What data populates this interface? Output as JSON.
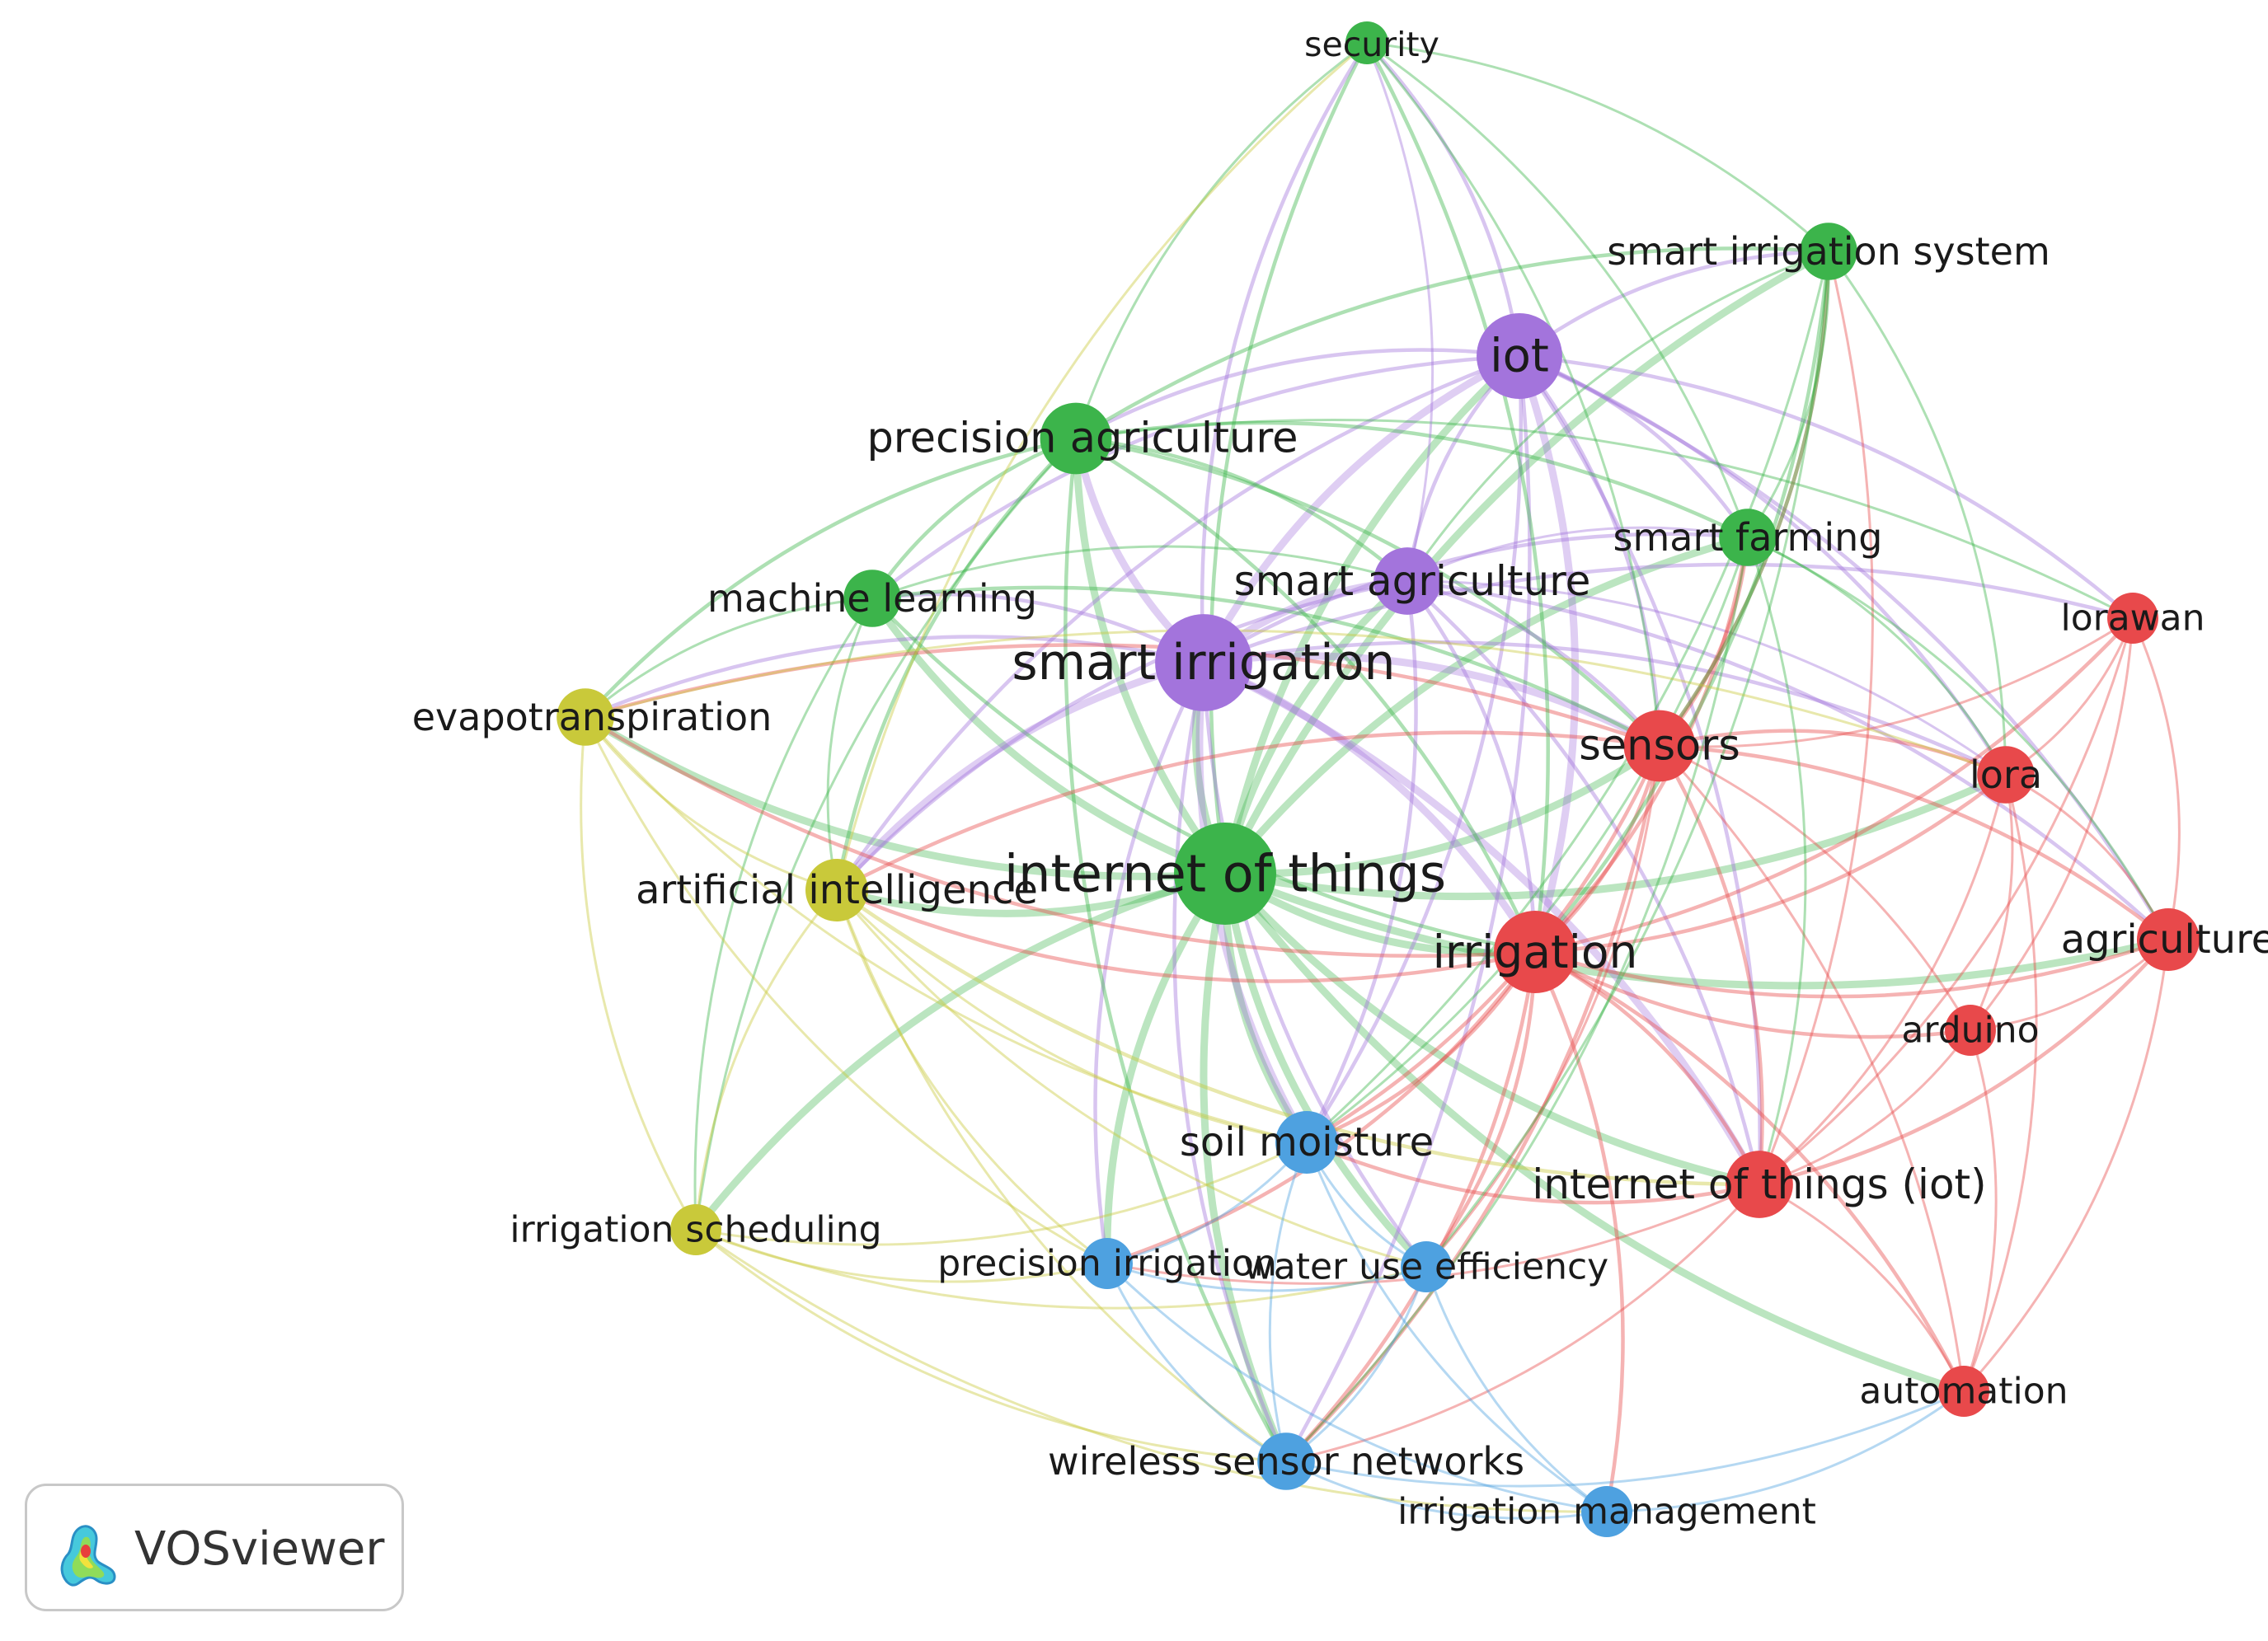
{
  "network": {
    "clusters": {
      "red": "#e8494b",
      "green": "#3cb44b",
      "blue": "#4ea1e0",
      "yellow": "#c9c93a",
      "purple": "#a374dc"
    },
    "nodes": [
      {
        "id": "security",
        "label": "security",
        "cluster": "green",
        "weight": 1
      },
      {
        "id": "smart-irrigation-system",
        "label": "smart irrigation system",
        "cluster": "green",
        "weight": 3
      },
      {
        "id": "iot",
        "label": "iot",
        "cluster": "purple",
        "weight": 10
      },
      {
        "id": "precision-agriculture",
        "label": "precision agriculture",
        "cluster": "green",
        "weight": 6
      },
      {
        "id": "smart-farming",
        "label": "smart farming",
        "cluster": "green",
        "weight": 3
      },
      {
        "id": "machine-learning",
        "label": "machine learning",
        "cluster": "green",
        "weight": 3
      },
      {
        "id": "smart-agriculture",
        "label": "smart agriculture",
        "cluster": "purple",
        "weight": 5
      },
      {
        "id": "smart-irrigation",
        "label": "smart irrigation",
        "cluster": "purple",
        "weight": 14
      },
      {
        "id": "lorawan",
        "label": "lorawan",
        "cluster": "red",
        "weight": 2
      },
      {
        "id": "evapotranspiration",
        "label": "evapotranspiration",
        "cluster": "yellow",
        "weight": 3
      },
      {
        "id": "sensors",
        "label": "sensors",
        "cluster": "red",
        "weight": 6
      },
      {
        "id": "lora",
        "label": "lora",
        "cluster": "red",
        "weight": 3
      },
      {
        "id": "internet-of-things",
        "label": "internet of things",
        "cluster": "green",
        "weight": 16
      },
      {
        "id": "artificial-intelligence",
        "label": "artificial intelligence",
        "cluster": "yellow",
        "weight": 4
      },
      {
        "id": "irrigation",
        "label": "irrigation",
        "cluster": "red",
        "weight": 9
      },
      {
        "id": "agriculture",
        "label": "agriculture",
        "cluster": "red",
        "weight": 4
      },
      {
        "id": "arduino",
        "label": "arduino",
        "cluster": "red",
        "weight": 2
      },
      {
        "id": "soil-moisture",
        "label": "soil moisture",
        "cluster": "blue",
        "weight": 4
      },
      {
        "id": "internet-of-things-iot",
        "label": "internet of things (iot)",
        "cluster": "red",
        "weight": 5
      },
      {
        "id": "irrigation-scheduling",
        "label": "irrigation scheduling",
        "cluster": "yellow",
        "weight": 2
      },
      {
        "id": "precision-irrigation",
        "label": "precision irrigation",
        "cluster": "blue",
        "weight": 2
      },
      {
        "id": "water-use-efficiency",
        "label": "water use efficiency",
        "cluster": "blue",
        "weight": 2
      },
      {
        "id": "automation",
        "label": "automation",
        "cluster": "red",
        "weight": 2
      },
      {
        "id": "wireless-sensor-networks",
        "label": "wireless sensor networks",
        "cluster": "blue",
        "weight": 3
      },
      {
        "id": "irrigation-management",
        "label": "irrigation management",
        "cluster": "blue",
        "weight": 2
      }
    ],
    "edges": [
      [
        "internet-of-things",
        "smart-irrigation"
      ],
      [
        "internet-of-things",
        "iot"
      ],
      [
        "internet-of-things",
        "precision-agriculture"
      ],
      [
        "internet-of-things",
        "smart-agriculture"
      ],
      [
        "internet-of-things",
        "machine-learning"
      ],
      [
        "internet-of-things",
        "irrigation"
      ],
      [
        "internet-of-things",
        "sensors"
      ],
      [
        "internet-of-things",
        "soil-moisture"
      ],
      [
        "internet-of-things",
        "artificial-intelligence"
      ],
      [
        "internet-of-things",
        "evapotranspiration"
      ],
      [
        "internet-of-things",
        "wireless-sensor-networks"
      ],
      [
        "internet-of-things",
        "precision-irrigation"
      ],
      [
        "internet-of-things",
        "water-use-efficiency"
      ],
      [
        "internet-of-things",
        "smart-farming"
      ],
      [
        "internet-of-things",
        "security"
      ],
      [
        "internet-of-things",
        "smart-irrigation-system"
      ],
      [
        "internet-of-things",
        "irrigation-scheduling"
      ],
      [
        "internet-of-things",
        "lora"
      ],
      [
        "internet-of-things",
        "agriculture"
      ],
      [
        "internet-of-things",
        "internet-of-things-iot"
      ],
      [
        "internet-of-things",
        "automation"
      ],
      [
        "smart-irrigation",
        "iot"
      ],
      [
        "smart-irrigation",
        "smart-agriculture"
      ],
      [
        "smart-irrigation",
        "precision-agriculture"
      ],
      [
        "smart-irrigation",
        "machine-learning"
      ],
      [
        "smart-irrigation",
        "evapotranspiration"
      ],
      [
        "smart-irrigation",
        "artificial-intelligence"
      ],
      [
        "smart-irrigation",
        "sensors"
      ],
      [
        "smart-irrigation",
        "irrigation"
      ],
      [
        "smart-irrigation",
        "soil-moisture"
      ],
      [
        "smart-irrigation",
        "precision-irrigation"
      ],
      [
        "smart-irrigation",
        "wireless-sensor-networks"
      ],
      [
        "smart-irrigation",
        "water-use-efficiency"
      ],
      [
        "smart-irrigation",
        "smart-farming"
      ],
      [
        "smart-irrigation",
        "lorawan"
      ],
      [
        "smart-irrigation",
        "lora"
      ],
      [
        "smart-irrigation",
        "internet-of-things-iot"
      ],
      [
        "smart-irrigation",
        "security"
      ],
      [
        "iot",
        "smart-agriculture"
      ],
      [
        "iot",
        "precision-agriculture"
      ],
      [
        "iot",
        "sensors"
      ],
      [
        "iot",
        "irrigation"
      ],
      [
        "iot",
        "smart-irrigation-system"
      ],
      [
        "iot",
        "smart-farming"
      ],
      [
        "iot",
        "lorawan"
      ],
      [
        "iot",
        "lora"
      ],
      [
        "iot",
        "agriculture"
      ],
      [
        "iot",
        "internet-of-things-iot"
      ],
      [
        "iot",
        "soil-moisture"
      ],
      [
        "iot",
        "machine-learning"
      ],
      [
        "iot",
        "wireless-sensor-networks"
      ],
      [
        "iot",
        "security"
      ],
      [
        "iot",
        "artificial-intelligence"
      ],
      [
        "precision-agriculture",
        "machine-learning"
      ],
      [
        "precision-agriculture",
        "smart-agriculture"
      ],
      [
        "precision-agriculture",
        "security"
      ],
      [
        "precision-agriculture",
        "smart-irrigation-system"
      ],
      [
        "precision-agriculture",
        "smart-farming"
      ],
      [
        "precision-agriculture",
        "artificial-intelligence"
      ],
      [
        "precision-agriculture",
        "evapotranspiration"
      ],
      [
        "precision-agriculture",
        "sensors"
      ],
      [
        "precision-agriculture",
        "irrigation"
      ],
      [
        "precision-agriculture",
        "wireless-sensor-networks"
      ],
      [
        "precision-agriculture",
        "irrigation-scheduling"
      ],
      [
        "precision-agriculture",
        "lorawan"
      ],
      [
        "machine-learning",
        "artificial-intelligence"
      ],
      [
        "machine-learning",
        "evapotranspiration"
      ],
      [
        "machine-learning",
        "irrigation"
      ],
      [
        "machine-learning",
        "sensors"
      ],
      [
        "machine-learning",
        "smart-agriculture"
      ],
      [
        "machine-learning",
        "irrigation-scheduling"
      ],
      [
        "smart-agriculture",
        "sensors"
      ],
      [
        "smart-agriculture",
        "irrigation"
      ],
      [
        "smart-agriculture",
        "smart-farming"
      ],
      [
        "smart-agriculture",
        "lora"
      ],
      [
        "smart-agriculture",
        "internet-of-things-iot"
      ],
      [
        "smart-agriculture",
        "artificial-intelligence"
      ],
      [
        "smart-agriculture",
        "soil-moisture"
      ],
      [
        "smart-agriculture",
        "agriculture"
      ],
      [
        "smart-agriculture",
        "security"
      ],
      [
        "sensors",
        "irrigation"
      ],
      [
        "sensors",
        "lora"
      ],
      [
        "sensors",
        "lorawan"
      ],
      [
        "sensors",
        "agriculture"
      ],
      [
        "sensors",
        "arduino"
      ],
      [
        "sensors",
        "internet-of-things-iot"
      ],
      [
        "sensors",
        "soil-moisture"
      ],
      [
        "sensors",
        "automation"
      ],
      [
        "sensors",
        "smart-farming"
      ],
      [
        "sensors",
        "artificial-intelligence"
      ],
      [
        "sensors",
        "evapotranspiration"
      ],
      [
        "sensors",
        "wireless-sensor-networks"
      ],
      [
        "sensors",
        "water-use-efficiency"
      ],
      [
        "sensors",
        "smart-irrigation-system"
      ],
      [
        "irrigation",
        "lora"
      ],
      [
        "irrigation",
        "agriculture"
      ],
      [
        "irrigation",
        "arduino"
      ],
      [
        "irrigation",
        "internet-of-things-iot"
      ],
      [
        "irrigation",
        "automation"
      ],
      [
        "irrigation",
        "soil-moisture"
      ],
      [
        "irrigation",
        "wireless-sensor-networks"
      ],
      [
        "irrigation",
        "artificial-intelligence"
      ],
      [
        "irrigation",
        "evapotranspiration"
      ],
      [
        "irrigation",
        "lorawan"
      ],
      [
        "irrigation",
        "precision-irrigation"
      ],
      [
        "irrigation",
        "water-use-efficiency"
      ],
      [
        "irrigation",
        "irrigation-management"
      ],
      [
        "irrigation",
        "smart-farming"
      ],
      [
        "lora",
        "lorawan"
      ],
      [
        "lora",
        "agriculture"
      ],
      [
        "lora",
        "arduino"
      ],
      [
        "lora",
        "internet-of-things-iot"
      ],
      [
        "lora",
        "automation"
      ],
      [
        "lorawan",
        "agriculture"
      ],
      [
        "lorawan",
        "internet-of-things-iot"
      ],
      [
        "lorawan",
        "arduino"
      ],
      [
        "agriculture",
        "arduino"
      ],
      [
        "agriculture",
        "internet-of-things-iot"
      ],
      [
        "agriculture",
        "automation"
      ],
      [
        "arduino",
        "internet-of-things-iot"
      ],
      [
        "arduino",
        "automation"
      ],
      [
        "internet-of-things-iot",
        "automation"
      ],
      [
        "internet-of-things-iot",
        "soil-moisture"
      ],
      [
        "internet-of-things-iot",
        "wireless-sensor-networks"
      ],
      [
        "internet-of-things-iot",
        "precision-irrigation"
      ],
      [
        "internet-of-things-iot",
        "smart-irrigation-system"
      ],
      [
        "smart-irrigation-system",
        "smart-farming"
      ],
      [
        "smart-irrigation-system",
        "security"
      ],
      [
        "smart-irrigation-system",
        "sensors"
      ],
      [
        "smart-irrigation-system",
        "lora"
      ],
      [
        "smart-irrigation-system",
        "soil-moisture"
      ],
      [
        "smart-irrigation-system",
        "water-use-efficiency"
      ],
      [
        "smart-irrigation-system",
        "irrigation"
      ],
      [
        "smart-irrigation-system",
        "smart-agriculture"
      ],
      [
        "smart-farming",
        "lora"
      ],
      [
        "smart-farming",
        "internet-of-things-iot"
      ],
      [
        "smart-farming",
        "wireless-sensor-networks"
      ],
      [
        "smart-farming",
        "soil-moisture"
      ],
      [
        "smart-farming",
        "security"
      ],
      [
        "smart-farming",
        "agriculture"
      ],
      [
        "evapotranspiration",
        "artificial-intelligence"
      ],
      [
        "evapotranspiration",
        "irrigation-scheduling"
      ],
      [
        "evapotranspiration",
        "precision-irrigation"
      ],
      [
        "evapotranspiration",
        "soil-moisture"
      ],
      [
        "evapotranspiration",
        "lora"
      ],
      [
        "artificial-intelligence",
        "irrigation-scheduling"
      ],
      [
        "artificial-intelligence",
        "precision-irrigation"
      ],
      [
        "artificial-intelligence",
        "soil-moisture"
      ],
      [
        "artificial-intelligence",
        "wireless-sensor-networks"
      ],
      [
        "artificial-intelligence",
        "internet-of-things-iot"
      ],
      [
        "artificial-intelligence",
        "water-use-efficiency"
      ],
      [
        "artificial-intelligence",
        "security"
      ],
      [
        "irrigation-scheduling",
        "precision-irrigation"
      ],
      [
        "irrigation-scheduling",
        "soil-moisture"
      ],
      [
        "irrigation-scheduling",
        "water-use-efficiency"
      ],
      [
        "irrigation-scheduling",
        "wireless-sensor-networks"
      ],
      [
        "irrigation-scheduling",
        "irrigation-management"
      ],
      [
        "soil-moisture",
        "precision-irrigation"
      ],
      [
        "soil-moisture",
        "water-use-efficiency"
      ],
      [
        "soil-moisture",
        "wireless-sensor-networks"
      ],
      [
        "soil-moisture",
        "irrigation-management"
      ],
      [
        "precision-irrigation",
        "wireless-sensor-networks"
      ],
      [
        "precision-irrigation",
        "water-use-efficiency"
      ],
      [
        "precision-irrigation",
        "irrigation-management"
      ],
      [
        "water-use-efficiency",
        "wireless-sensor-networks"
      ],
      [
        "water-use-efficiency",
        "irrigation-management"
      ],
      [
        "wireless-sensor-networks",
        "irrigation-management"
      ],
      [
        "wireless-sensor-networks",
        "automation"
      ],
      [
        "irrigation-management",
        "automation"
      ],
      [
        "security",
        "sensors"
      ],
      [
        "security",
        "irrigation"
      ]
    ]
  },
  "badge": {
    "label": "VOSviewer",
    "logo_icon": "vosviewer-logo-icon"
  }
}
